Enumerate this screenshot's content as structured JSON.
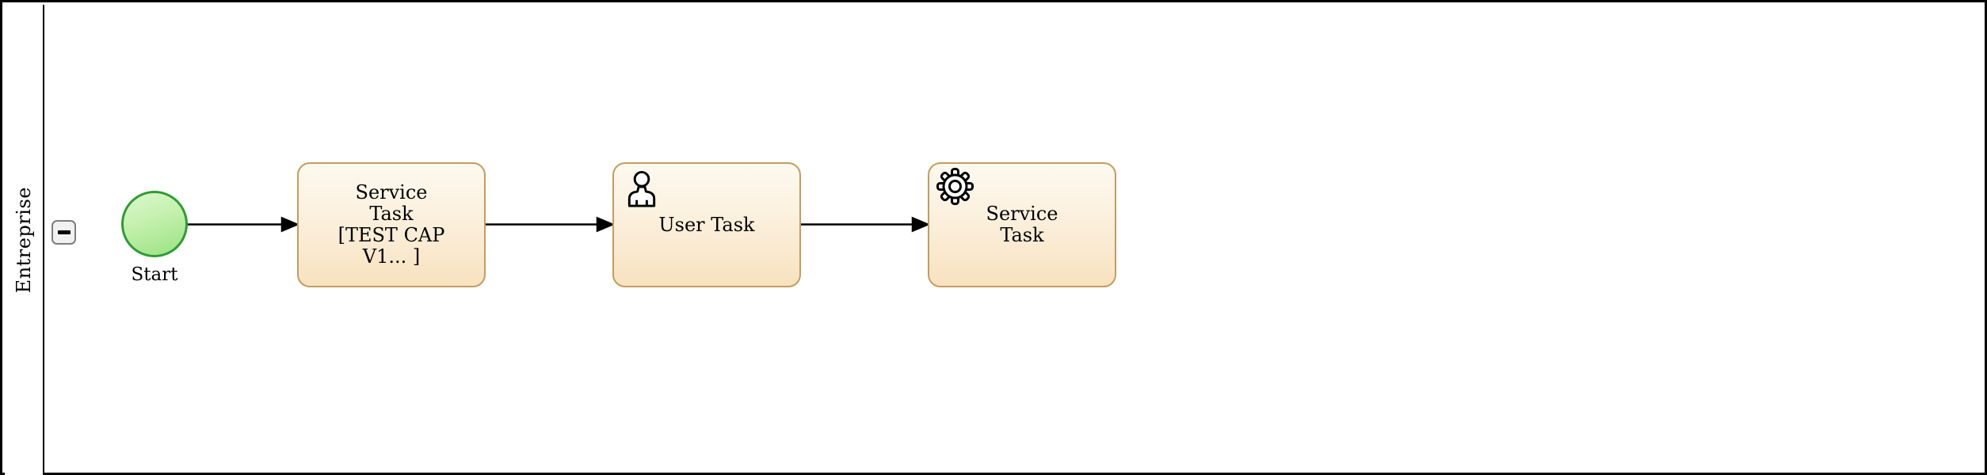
{
  "pool": {
    "lane_label": "Entreprise",
    "collapse_button_icon": "minus-icon"
  },
  "nodes": {
    "start_event": {
      "type": "start-event",
      "label": "Start"
    },
    "task1": {
      "type": "task",
      "line1": "Service",
      "line2": "Task",
      "line3": "[TEST CAP",
      "line4": "V1... ]"
    },
    "task2": {
      "type": "user-task",
      "icon": "user-icon",
      "label": "User Task"
    },
    "task3": {
      "type": "service-task",
      "icon": "gear-icon",
      "line1": "Service",
      "line2": "Task"
    }
  },
  "flows": [
    {
      "from": "start_event",
      "to": "task1"
    },
    {
      "from": "task1",
      "to": "task2"
    },
    {
      "from": "task2",
      "to": "task3"
    }
  ],
  "colors": {
    "task_border": "#c49c60",
    "task_fill_top": "#fdf9ef",
    "task_fill_bottom": "#f8e2bf",
    "start_border": "#2f9c34",
    "start_fill_top": "#dcf8cd",
    "start_fill_bottom": "#99e281",
    "connector": "#000000",
    "pool_border": "#000000",
    "button_fill": "#f1f1f1",
    "button_border": "#7d7d7d"
  }
}
